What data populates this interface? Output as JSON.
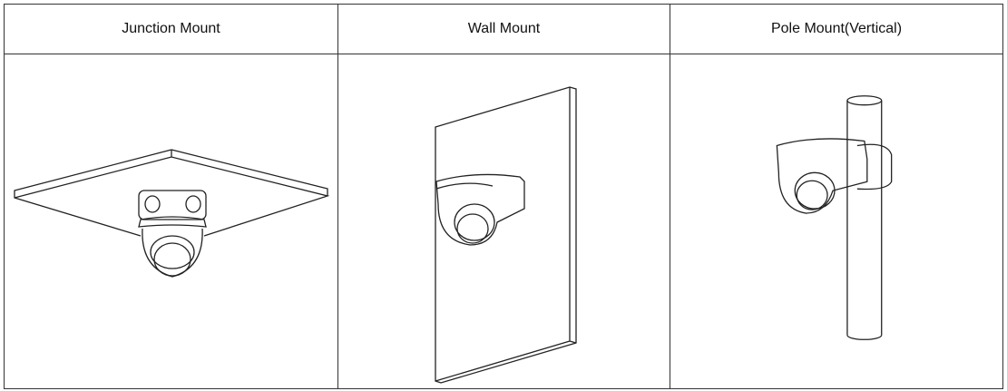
{
  "columns": [
    {
      "label": "Junction Mount",
      "icon": "ceiling-junction-mount-illustration"
    },
    {
      "label": "Wall Mount",
      "icon": "wall-mount-illustration"
    },
    {
      "label": "Pole Mount(Vertical)",
      "icon": "pole-mount-illustration"
    }
  ]
}
